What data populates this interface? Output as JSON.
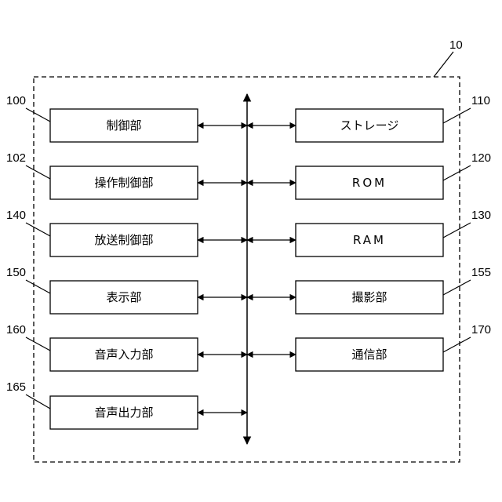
{
  "figure": {
    "device_ref": "10",
    "left_blocks": [
      {
        "ref": "100",
        "label": "制御部"
      },
      {
        "ref": "102",
        "label": "操作制御部"
      },
      {
        "ref": "140",
        "label": "放送制御部"
      },
      {
        "ref": "150",
        "label": "表示部"
      },
      {
        "ref": "160",
        "label": "音声入力部"
      },
      {
        "ref": "165",
        "label": "音声出力部"
      }
    ],
    "right_blocks": [
      {
        "ref": "110",
        "label": "ストレージ"
      },
      {
        "ref": "120",
        "label": "ROM"
      },
      {
        "ref": "130",
        "label": "RAM"
      },
      {
        "ref": "155",
        "label": "撮影部"
      },
      {
        "ref": "170",
        "label": "通信部"
      }
    ]
  }
}
